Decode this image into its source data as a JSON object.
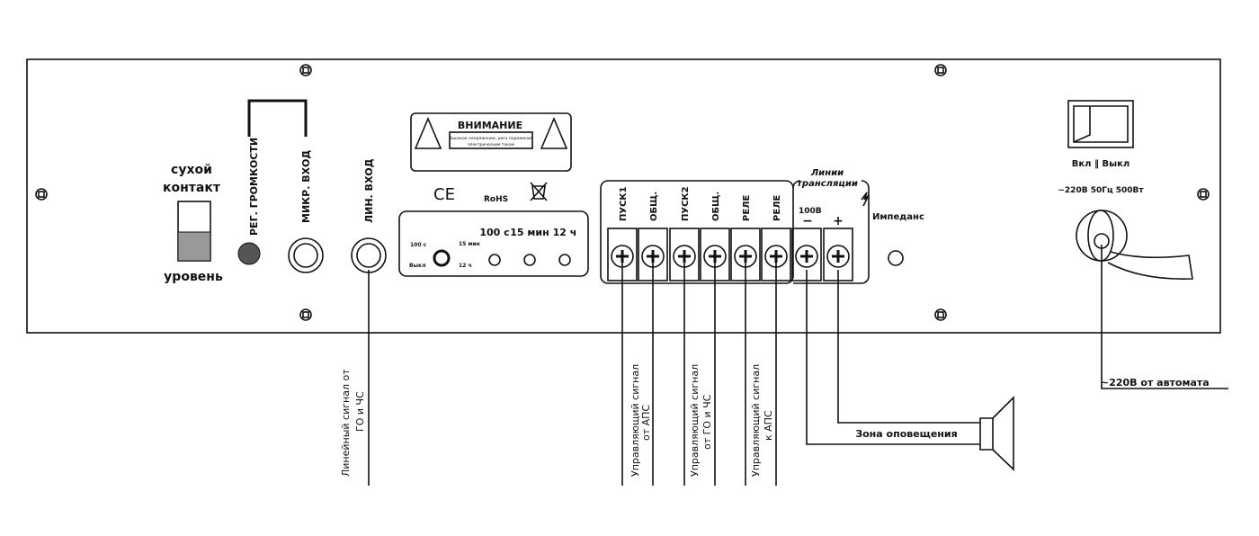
{
  "panel": {
    "dry_contact": [
      "сухой",
      "контакт"
    ],
    "level": "уровень",
    "volume": "РЕГ. ГРОМКОСТИ",
    "mic_in": "МИКР. ВХОД",
    "line_in": "ЛИН. ВХОД",
    "warning_title": "ВНИМАНИЕ",
    "warning_text": [
      "Высокое напряжение, риск поражения",
      "электрическим током"
    ],
    "certs": [
      "CE",
      "RoHS"
    ],
    "timer": {
      "knob_labels": [
        "100 с",
        "15 мин",
        "Выкл",
        "12 ч"
      ],
      "leds": [
        "100 с",
        "15 мин",
        "12 ч"
      ]
    },
    "terminals": [
      "ПУСК1",
      "ОБЩ.",
      "ПУСК2",
      "ОБЩ.",
      "РЕЛЕ",
      "РЕЛЕ"
    ],
    "lines_label": [
      "Линии",
      "трансляции"
    ],
    "volt": "100В",
    "minus": "−",
    "plus": "+",
    "impedance": "Импеданс",
    "switch": "Вкл ‖ Выкл",
    "power": "~220В 50Гц 500Вт"
  },
  "annotations": {
    "line_signal": [
      "Линейный сигнал от",
      "ГО и ЧС"
    ],
    "ctrl_aps_in": [
      "Управляющий сигнал",
      "от АПС"
    ],
    "ctrl_go": [
      "Управляющий сигнал",
      "от ГО и ЧС"
    ],
    "ctrl_aps_out": [
      "Управляющий сигнал",
      "к АПС"
    ],
    "zone": "Зона оповещения",
    "mains": "~220В от автомата"
  }
}
